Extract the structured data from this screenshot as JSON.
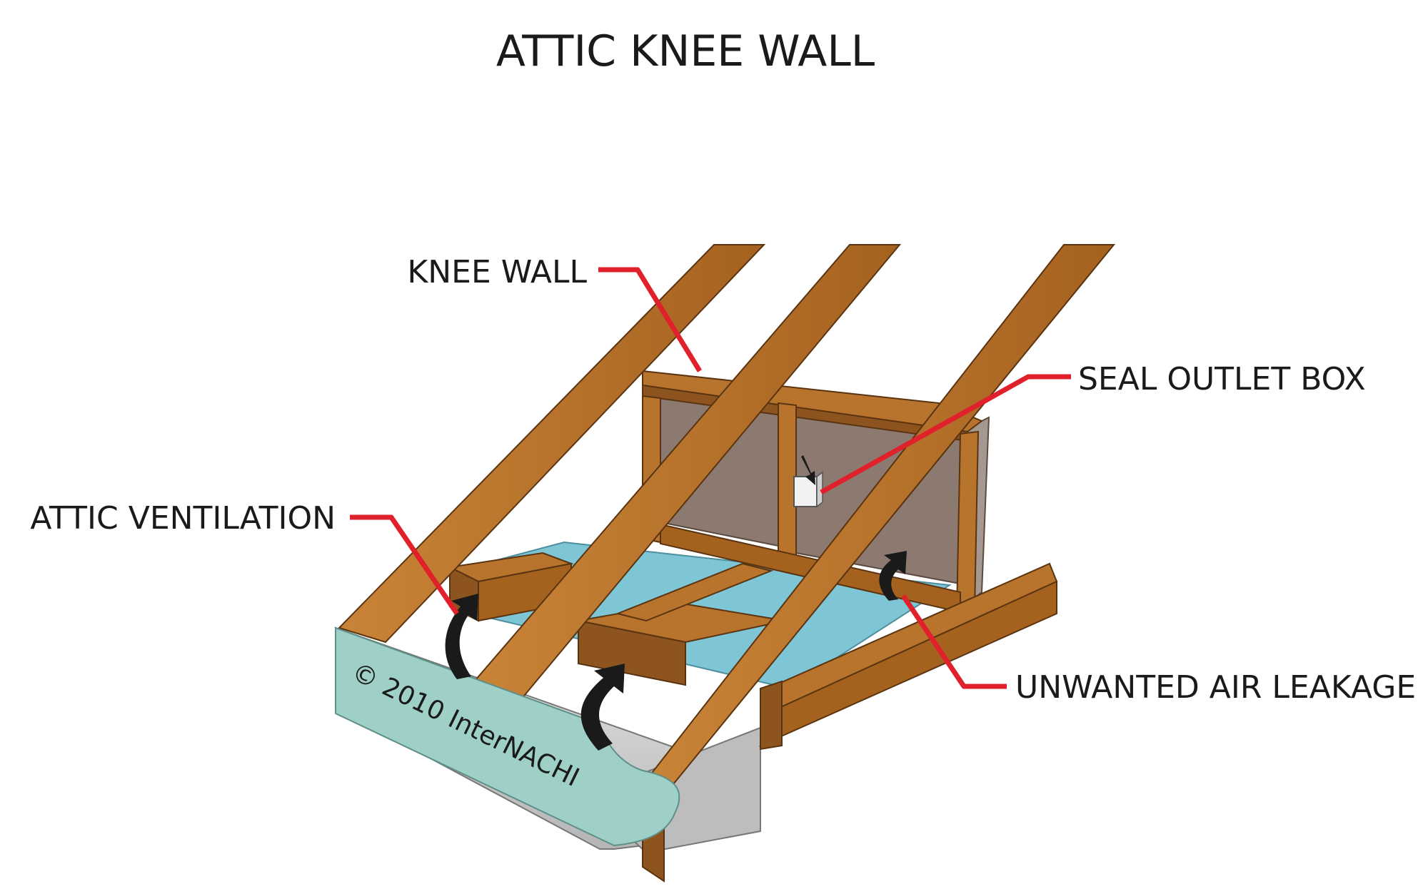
{
  "title": "ATTIC KNEE WALL",
  "callouts": {
    "knee_wall": "KNEE WALL",
    "seal_outlet_box": "SEAL OUTLET BOX",
    "attic_ventilation": "ATTIC VENTILATION",
    "unwanted_air_leakage": "UNWANTED AIR LEAKAGE"
  },
  "copyright": "© 2010  InterNACHI",
  "colors": {
    "leader_line": "#e0202a",
    "wood": "#b8732c",
    "wood_dark": "#8e5420",
    "drywall": "#8c7a70",
    "insulation": "#7ec5d6",
    "fascia": "#9fd0c8",
    "soffit": "#c8c8c8",
    "arrow": "#1a1a1a"
  }
}
